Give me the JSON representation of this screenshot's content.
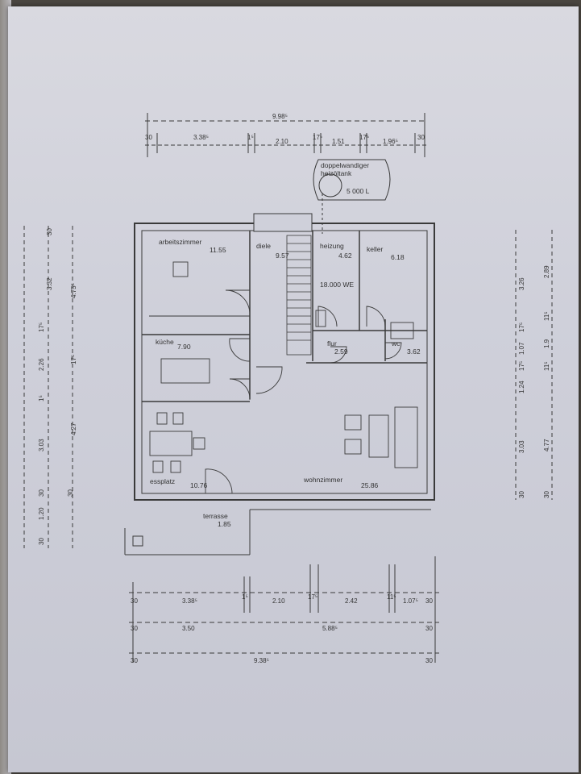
{
  "tank": {
    "line1": "doppelwandiger",
    "line2": "heizöltank",
    "volume": "5 000 L"
  },
  "rooms": {
    "arbeitszimmer": {
      "name": "arbeitszimmer",
      "area": "11.55"
    },
    "diele": {
      "name": "diele",
      "area": "9.57"
    },
    "heizung": {
      "name": "heizung",
      "area": "4.62"
    },
    "heizung_note": "18.000 WE",
    "keller": {
      "name": "keller",
      "area": "6.18"
    },
    "kueche": {
      "name": "küche",
      "area": "7.90"
    },
    "flur": {
      "name": "flur",
      "area": "2.59"
    },
    "wc": {
      "name": "wc",
      "area": "3.62"
    },
    "essplatz": {
      "name": "essplatz",
      "area": "10.76"
    },
    "wohnzimmer": {
      "name": "wohnzimmer",
      "area": "25.86"
    },
    "terrasse": {
      "name": "terrasse",
      "area": "1.85"
    }
  },
  "dims_top": {
    "total": "9.98⁵",
    "parts": [
      "30",
      "3.38⁵",
      "1⁵",
      "2.10",
      "17⁵",
      "1.51",
      "17⁵",
      "1.96⁵",
      "30"
    ]
  },
  "dims_bottom": {
    "row1": [
      "30",
      "3.38⁵",
      "1⁵",
      "2.10",
      "17⁵",
      "2.42",
      "11⁵",
      "1.07⁵",
      "30"
    ],
    "row2": [
      "30",
      "3.50",
      "5.88⁵",
      "30"
    ],
    "total": "9.38⁵",
    "end": "30"
  },
  "dims_left": {
    "outer": [
      "30",
      "3.32",
      "17⁵",
      "2.26",
      "1⁵",
      "3.03",
      "30",
      "1.20",
      "30"
    ],
    "inner": [
      "4.75⁵",
      "17⁵",
      "4.27",
      "30"
    ]
  },
  "dims_right": {
    "outer": [
      "3.26",
      "17⁵",
      "1.07",
      "17⁵",
      "1.24",
      "3.03",
      "30"
    ],
    "inner": [
      "2.89",
      "11⁵",
      "1.9",
      "11⁵",
      "4.77",
      "30"
    ]
  }
}
